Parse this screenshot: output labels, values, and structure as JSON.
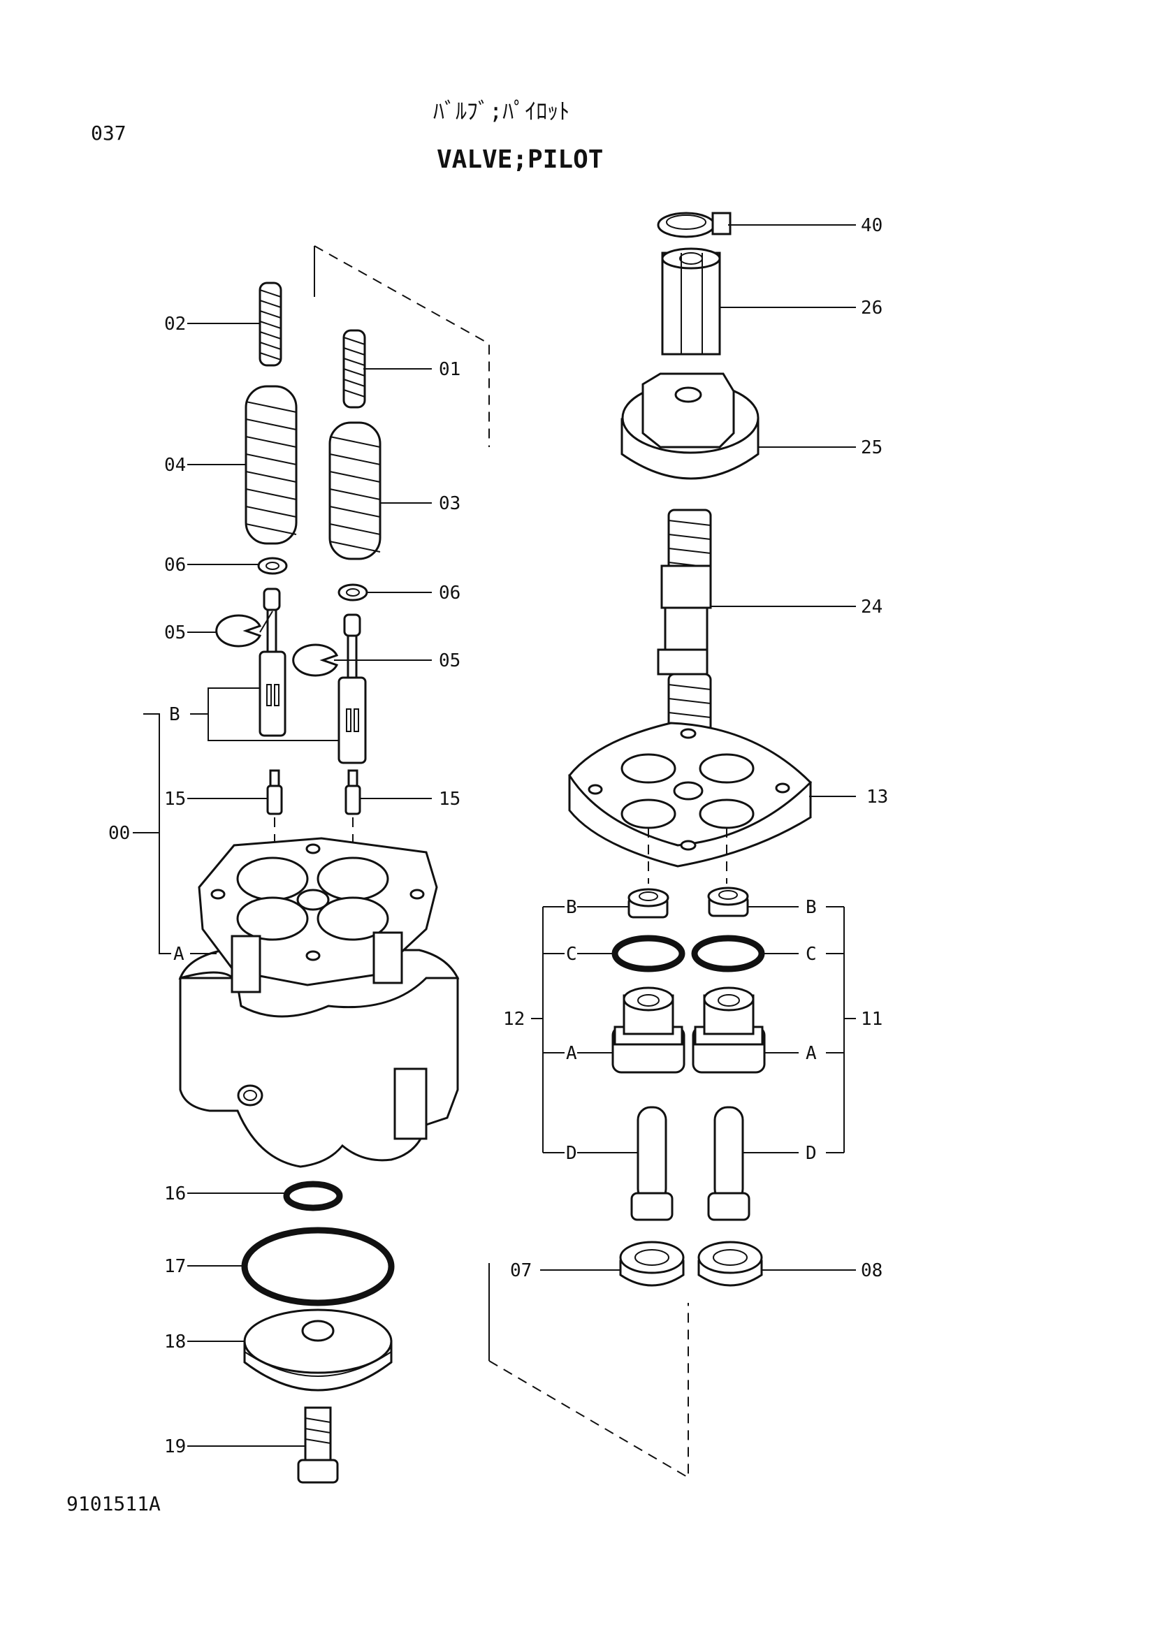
{
  "page_number": "037",
  "title_jp": "ﾊﾞﾙﾌﾞ;ﾊﾟｲﾛｯﾄ",
  "title_en": "VALVE;PILOT",
  "drawing_id": "9101511A",
  "callouts": {
    "c01": "01",
    "c02": "02",
    "c03": "03",
    "c04": "04",
    "c05a": "05",
    "c05b": "05",
    "c06a": "06",
    "c06b": "06",
    "c07": "07",
    "c08": "08",
    "c00": "00",
    "c11": "11",
    "c12": "12",
    "c13": "13",
    "c15a": "15",
    "c15b": "15",
    "c16": "16",
    "c17": "17",
    "c18": "18",
    "c19": "19",
    "c24": "24",
    "c25": "25",
    "c26": "26",
    "c40": "40"
  },
  "sub_letters": {
    "left_b": "B",
    "left_a": "A",
    "right_b1": "B",
    "right_b2": "B",
    "right_c1": "C",
    "right_c2": "C",
    "right_a1": "A",
    "right_a2": "A",
    "right_d1": "D",
    "right_d2": "D"
  }
}
